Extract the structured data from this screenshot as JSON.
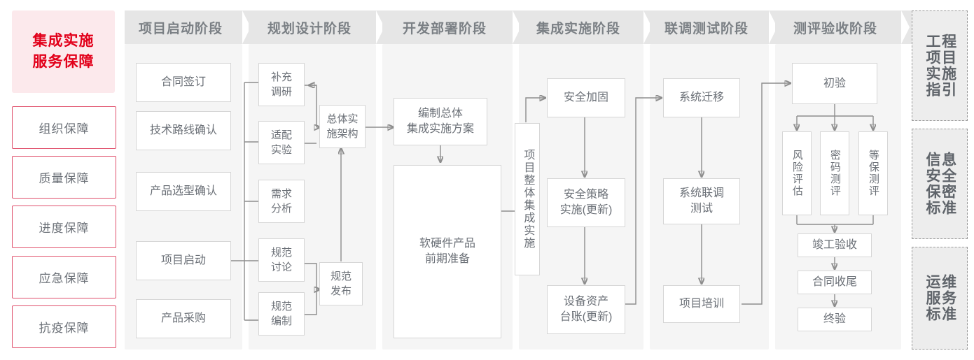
{
  "hero": {
    "line1": "集成实施",
    "line2": "服务保障",
    "bg": "#fce9ec",
    "color": "#e2001a"
  },
  "guarantees": [
    {
      "label": "组织保障"
    },
    {
      "label": "质量保障"
    },
    {
      "label": "进度保障"
    },
    {
      "label": "应急保障"
    },
    {
      "label": "抗疫保障"
    }
  ],
  "phases": [
    {
      "title": "项目启动阶段"
    },
    {
      "title": "规划设计阶段"
    },
    {
      "title": "开发部署阶段"
    },
    {
      "title": "集成实施阶段"
    },
    {
      "title": "联调测试阶段"
    },
    {
      "title": "测评验收阶段"
    }
  ],
  "nodes": {
    "p1": [
      {
        "label": "合同签订"
      },
      {
        "label": "技术路线确认"
      },
      {
        "label": "产品选型确认"
      },
      {
        "label": "项目启动"
      },
      {
        "label": "产品采购"
      }
    ],
    "p2": [
      {
        "label": "补充\n调研"
      },
      {
        "label": "适配\n实验"
      },
      {
        "label": "需求\n分析"
      },
      {
        "label": "规范\n讨论"
      },
      {
        "label": "规范\n编制"
      },
      {
        "label": "总体实\n施架构"
      },
      {
        "label": "规范\n发布"
      }
    ],
    "p3": [
      {
        "label": "编制总体\n集成实施方案"
      },
      {
        "label": "软硬件产品\n前期准备"
      }
    ],
    "bridge": {
      "label": "项目整体集成实施"
    },
    "p4": [
      {
        "label": "安全加固"
      },
      {
        "label": "安全策略\n实施(更新)"
      },
      {
        "label": "设备资产\n台账(更新)"
      }
    ],
    "p5": [
      {
        "label": "系统迁移"
      },
      {
        "label": "系统联调\n测试"
      },
      {
        "label": "项目培训"
      }
    ],
    "p6": [
      {
        "label": "初验"
      },
      {
        "label": "风险评估"
      },
      {
        "label": "密码测评"
      },
      {
        "label": "等保测评"
      },
      {
        "label": "竣工验收"
      },
      {
        "label": "合同收尾"
      },
      {
        "label": "终验"
      }
    ]
  },
  "standards": [
    {
      "right": "程目施引",
      "left": "工项实指",
      "full": "工程项目实施指引"
    },
    {
      "right": "息全密准",
      "left": "信安保标",
      "full": "信息安全保密标准"
    },
    {
      "right": "维务准",
      "left": "运服标",
      "full": "运维服务标准"
    }
  ],
  "colors": {
    "header_band": "#e6e6e6",
    "column_body": "#f5f5f5",
    "node_border": "#d6d6d6",
    "text_gray": "#6b7077",
    "accent_red": "#e2001a",
    "link_gray": "#8d8d8d"
  }
}
